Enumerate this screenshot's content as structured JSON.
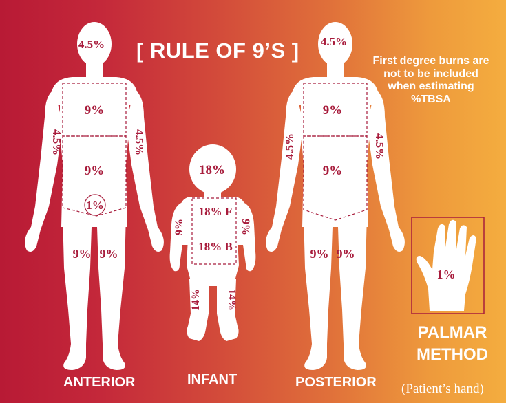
{
  "title": "[ RULE OF 9’S ]",
  "note": "First degree burns are not to be included when estimating %TBSA",
  "captions": {
    "anterior": "ANTERIOR",
    "infant": "INFANT",
    "posterior": "POSTERIOR",
    "palmar": "PALMAR METHOD",
    "palmar_sub": "(Patient’s hand)"
  },
  "anterior": {
    "head": "4.5%",
    "chest": "9%",
    "abdomen": "9%",
    "left_arm": "4.5%",
    "right_arm": "4.5%",
    "genitals": "1%",
    "left_leg": "9%",
    "right_leg": "9%"
  },
  "infant": {
    "head": "18%",
    "front_torso": "18% F",
    "back_torso": "18% B",
    "left_arm": "9%",
    "right_arm": "9%",
    "left_leg": "14%",
    "right_leg": "14%"
  },
  "posterior": {
    "head": "4.5%",
    "upper_back": "9%",
    "lower_back": "9%",
    "left_arm": "4.5%",
    "right_arm": "4.5%",
    "left_leg": "9%",
    "right_leg": "9%"
  },
  "palmar": {
    "hand": "1%"
  },
  "colors": {
    "label": "#a81c3c",
    "figure": "#ffffff",
    "gradient_left": "#b81a35",
    "gradient_right": "#f4ad3f"
  }
}
